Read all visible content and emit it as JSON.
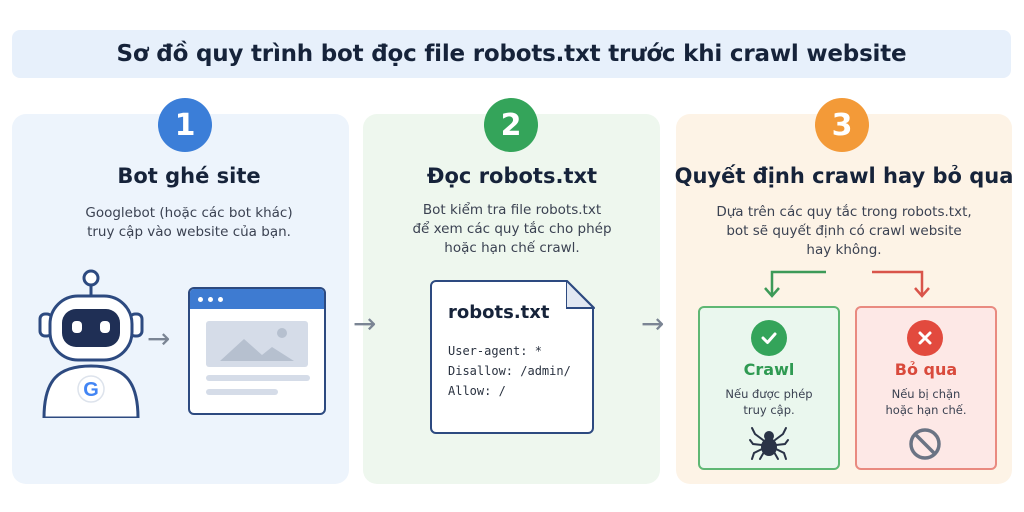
{
  "header": {
    "title": "Sơ đồ quy trình bot đọc file robots.txt trước khi crawl website"
  },
  "steps": [
    {
      "number": "1",
      "title": "Bot ghé site",
      "desc_line1": "Googlebot (hoặc các bot khác)",
      "desc_line2": "truy cập vào website của bạn.",
      "accent": "#3b7ed8"
    },
    {
      "number": "2",
      "title": "Đọc robots.txt",
      "desc_line1": "Bot kiểm tra file robots.txt",
      "desc_line2": "để xem các quy tắc cho phép",
      "desc_line3": "hoặc hạn chế crawl.",
      "accent": "#34a45a"
    },
    {
      "number": "3",
      "title": "Quyết định crawl hay bỏ qua",
      "desc_line1": "Dựa trên các quy tắc trong robots.txt,",
      "desc_line2": "bot sẽ quyết định có crawl website",
      "desc_line3": "hay không.",
      "accent": "#f39a38"
    }
  ],
  "file": {
    "name": "robots.txt",
    "line1": "User-agent: *",
    "line2": "Disallow: /admin/",
    "line3": "Allow: /"
  },
  "bot": {
    "badge_letter": "G"
  },
  "outcomes": {
    "crawl": {
      "title": "Crawl",
      "desc_line1": "Nếu được phép",
      "desc_line2": "truy cập.",
      "color": "#2f9a52"
    },
    "skip": {
      "title": "Bỏ qua",
      "desc_line1": "Nếu bị chặn",
      "desc_line2": "hoặc hạn chế.",
      "color": "#d94a3c"
    }
  },
  "icons": [
    "robot-icon",
    "browser-icon",
    "image-placeholder-icon",
    "file-icon",
    "check-icon",
    "x-icon",
    "spider-icon",
    "no-entry-icon",
    "arrow-right-icon",
    "arrow-down-icon"
  ]
}
